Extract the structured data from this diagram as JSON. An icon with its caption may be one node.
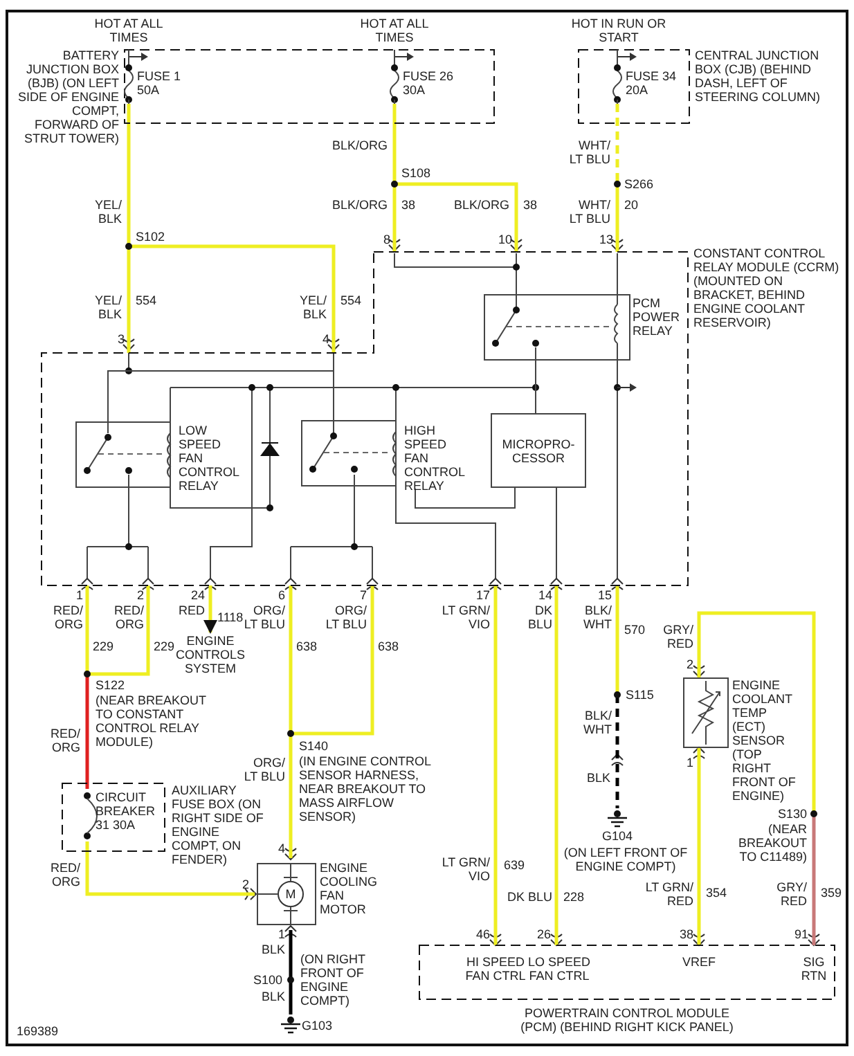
{
  "diagram": {
    "nodes": [
      {
        "text": [
          "BATTERY JUNCTION BOX (BJB) (ON LEFT SIDE OF ENGINE COMPT, FORWARD OF STRUT TOWER)"
        ]
      },
      {
        "text": [
          "FUSE 1 50A"
        ],
        "in": 0
      },
      {
        "text": [
          "FUSE 26 30A"
        ],
        "in": 0
      },
      {
        "text": [
          "CENTRAL JUNCTION BOX (CJB) (BEHIND DASH, LEFT OF STEERING COLUMN)"
        ]
      },
      {
        "text": [
          "FUSE 34 20A"
        ],
        "in": 3
      },
      {
        "text": [
          "S108"
        ]
      },
      {
        "text": [
          "S266"
        ]
      },
      {
        "text": [
          "S102"
        ]
      },
      {
        "text": [
          "CONSTANT CONTROL RELAY MODULE (CCRM) (MOUNTED ON BRACKET, BEHIND ENGINE COOLANT RESERVOIR)"
        ]
      },
      {
        "text": [
          "PCM POWER RELAY"
        ],
        "in": 8
      },
      {
        "text": [
          "LOW SPEED FAN CONTROL RELAY"
        ],
        "in": 8
      },
      {
        "text": [
          "HIGH SPEED FAN CONTROL RELAY"
        ],
        "in": 8
      },
      {
        "text": [
          "MICROPRO- CESSOR"
        ],
        "in": 8
      },
      {
        "text": [
          "ENGINE CONTROLS SYSTEM"
        ]
      },
      {
        "text": [
          "S122"
        ],
        "beside": [
          "(NEAR BREAKOUT TO CONSTANT CONTROL RELAY MODULE)"
        ]
      },
      {
        "text": [
          "S140"
        ],
        "beside": [
          "(IN ENGINE CONTROL SENSOR HARNESS, NEAR BREAKOUT TO MASS AIRFLOW SENSOR)"
        ]
      },
      {
        "text": [
          "S115"
        ]
      },
      {
        "text": [
          "ENGINE COOLANT TEMP (ECT) SENSOR (TOP RIGHT FRONT OF ENGINE)"
        ]
      },
      {
        "text": [
          "AUXILIARY FUSE BOX (ON RIGHT SIDE OF ENGINE COMPT, ON FENDER)"
        ]
      },
      {
        "text": [
          "CIRCUIT BREAKER 31 30A"
        ],
        "in": 18
      },
      {
        "text": [
          "G104"
        ],
        "beside": [
          "(ON LEFT FRONT OF ENGINE COMPT)"
        ]
      },
      {
        "text": [
          "S130"
        ],
        "beside": [
          "(NEAR BREAKOUT TO C11489)"
        ]
      },
      {
        "text": [
          "M",
          "ENGINE COOLING FAN MOTOR"
        ]
      },
      {
        "text": [
          "S100"
        ],
        "beside": [
          "(ON RIGHT FRONT OF ENGINE COMPT)"
        ]
      },
      {
        "text": [
          "G103"
        ]
      },
      {
        "text": [
          "POWERTRAIN CONTROL MODULE (PCM) (BEHIND RIGHT KICK PANEL)",
          "HI SPEED FAN CTRL",
          "LO SPEED FAN CTRL",
          "VREF",
          "SIG RTN"
        ]
      }
    ],
    "edges": [
      {
        "from": 1,
        "to": 7,
        "arrow": "none",
        "label": "YEL/ BLK"
      },
      {
        "from": 7,
        "to": 8,
        "arrow": "none",
        "label": "YEL/ BLK"
      },
      {
        "from": 7,
        "to": 8,
        "arrow": "none",
        "label": "YEL/ BLK"
      },
      {
        "from": 2,
        "to": 5,
        "arrow": "none",
        "label": "BLK/ORG"
      },
      {
        "from": 5,
        "to": 8,
        "arrow": "none",
        "label": "BLK/ORG"
      },
      {
        "from": 5,
        "to": 8,
        "arrow": "none",
        "label": "BLK/ORG"
      },
      {
        "from": 4,
        "to": 6,
        "arrow": "none",
        "label": "WHT/ LT BLU",
        "style": "dashed"
      },
      {
        "from": 6,
        "to": 8,
        "arrow": "none",
        "label": "WHT/ LT BLU"
      },
      {
        "from": 8,
        "to": 14,
        "arrow": "none",
        "label": "RED/ ORG"
      },
      {
        "from": 8,
        "to": 14,
        "arrow": "none",
        "label": "RED/ ORG"
      },
      {
        "from": 8,
        "to": 13,
        "arrow": "to",
        "label": "RED"
      },
      {
        "from": 8,
        "to": 15,
        "arrow": "none",
        "label": "ORG/ LT BLU"
      },
      {
        "from": 8,
        "to": 15,
        "arrow": "none",
        "label": "ORG/ LT BLU"
      },
      {
        "from": 8,
        "to": 25,
        "arrow": "none",
        "label": "LT GRN/ VIO"
      },
      {
        "from": 8,
        "to": 25,
        "arrow": "none",
        "label": "DK BLU"
      },
      {
        "from": 8,
        "to": 16,
        "arrow": "none",
        "label": "BLK/ WHT"
      },
      {
        "from": 16,
        "to": 20,
        "arrow": "none",
        "label": "BLK/ WHT",
        "style": "dashed",
        "color": "#000000"
      },
      {
        "from": 17,
        "to": 21,
        "arrow": "none",
        "label": "GRY/ RED"
      },
      {
        "from": 17,
        "to": 25,
        "arrow": "none",
        "label": "LT GRN/ RED"
      },
      {
        "from": 14,
        "to": 19,
        "arrow": "none",
        "label": "RED/ ORG",
        "color": "#e02020"
      },
      {
        "from": 19,
        "to": 22,
        "arrow": "none",
        "label": "RED/ ORG"
      },
      {
        "from": 15,
        "to": 22,
        "arrow": "none",
        "label": "ORG/ LT BLU"
      },
      {
        "from": 22,
        "to": 23,
        "arrow": "none",
        "label": "BLK",
        "color": "#000000"
      },
      {
        "from": 23,
        "to": 24,
        "arrow": "none",
        "label": "BLK",
        "color": "#000000"
      },
      {
        "from": 21,
        "to": 25,
        "arrow": "none",
        "label": "GRY/ RED",
        "color": "#c87878"
      },
      {
        "from": 10,
        "to": 11,
        "arrow": "none",
        "color": "#444444"
      },
      {
        "from": 9,
        "to": 12,
        "arrow": "none",
        "color": "#444444"
      },
      {
        "from": 12,
        "to": 11,
        "arrow": "none",
        "color": "#444444"
      }
    ],
    "labels": [
      "HOT AT ALL TIMES",
      "HOT AT ALL TIMES",
      "HOT IN RUN OR START",
      "38",
      "38",
      "20",
      "554",
      "554",
      "3",
      "4",
      "8",
      "10",
      "13",
      "1",
      "2",
      "24",
      "6",
      "7",
      "17",
      "14",
      "15",
      "229",
      "229",
      "1118",
      "638",
      "638",
      "570",
      "BLK",
      "2",
      "1",
      "LT GRN/ VIO",
      "639",
      "DK BLU",
      "228",
      "354",
      "359",
      "46",
      "26",
      "38",
      "91",
      "4",
      "2",
      "1",
      "169389"
    ]
  }
}
